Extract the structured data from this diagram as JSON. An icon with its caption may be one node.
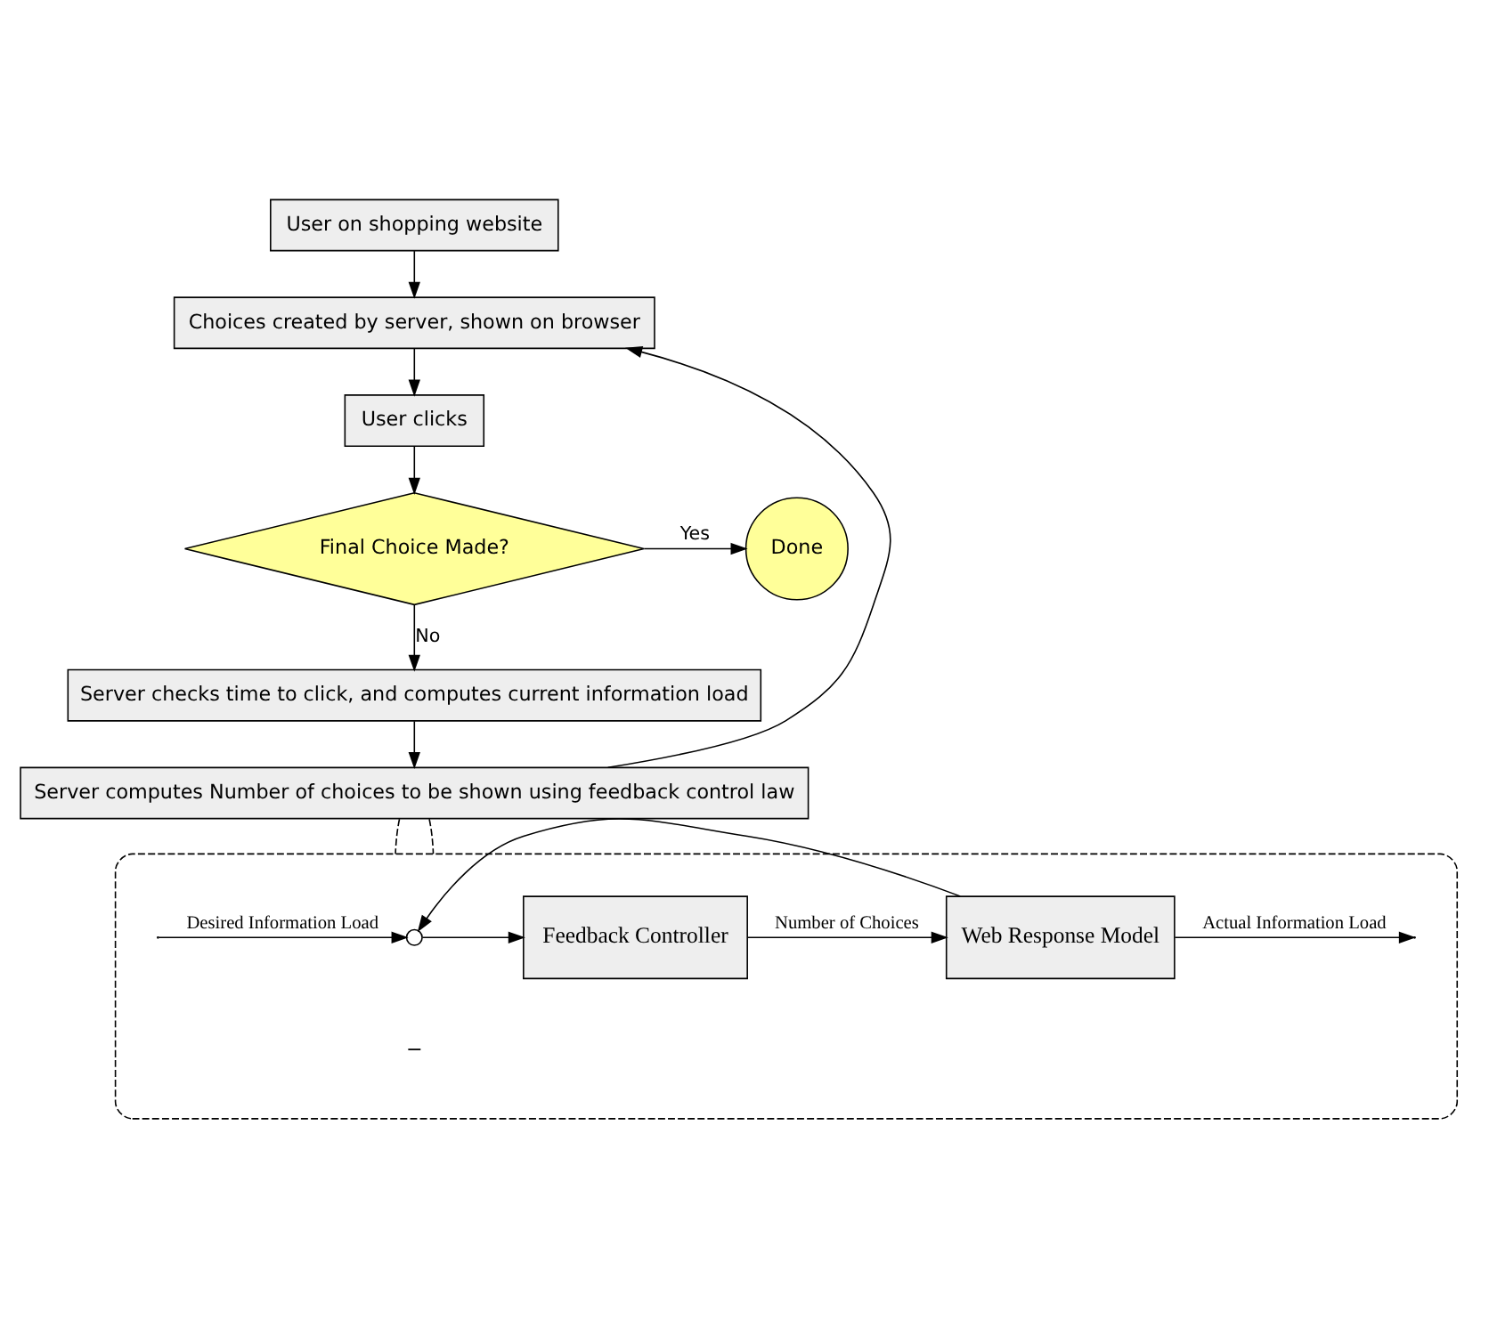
{
  "diagram": {
    "nodes": [
      {
        "text": [
          "User on shopping website"
        ]
      },
      {
        "text": [
          "Choices created by server, shown on browser"
        ]
      },
      {
        "text": [
          "User clicks"
        ]
      },
      {
        "text": [
          "Final Choice Made?"
        ]
      },
      {
        "text": [
          "Done"
        ]
      },
      {
        "text": [
          "Server checks time to click, and computes current information load"
        ]
      },
      {
        "text": [
          "Server computes Number of choices to be shown using feedback control law"
        ]
      },
      {
        "text": [],
        "shape": "ellipse"
      },
      {
        "text": [],
        "shape": "circle",
        "in": 7
      },
      {
        "text": [
          "Feedback Controller"
        ],
        "in": 7
      },
      {
        "text": [
          "Web Response Model"
        ],
        "in": 7
      }
    ],
    "edges": [
      {
        "from": 0,
        "to": 1,
        "arrow": "to"
      },
      {
        "from": 1,
        "to": 2,
        "arrow": "to"
      },
      {
        "from": 2,
        "to": 3,
        "arrow": "to"
      },
      {
        "from": 3,
        "to": 4,
        "arrow": "to",
        "label": "Yes"
      },
      {
        "from": 3,
        "to": 5,
        "arrow": "to",
        "label": "No"
      },
      {
        "from": 5,
        "to": 6,
        "arrow": "to"
      },
      {
        "from": 6,
        "to": 1,
        "arrow": "to"
      },
      {
        "from": 6,
        "to": 7,
        "arrow": "none",
        "style": "dashed"
      },
      {
        "from": 6,
        "to": 7,
        "arrow": "none",
        "style": "dashed"
      },
      {
        "from": null,
        "to": 8,
        "arrow": "to",
        "label": "Desired Information Load"
      },
      {
        "from": 8,
        "to": 9,
        "arrow": "to"
      },
      {
        "from": 9,
        "to": 10,
        "arrow": "to",
        "label": "Number of Choices"
      },
      {
        "from": 10,
        "to": null,
        "arrow": "to",
        "label": "Actual Information Load"
      },
      {
        "from": 10,
        "to": 8,
        "arrow": "to"
      }
    ],
    "labels": [
      "−"
    ]
  }
}
